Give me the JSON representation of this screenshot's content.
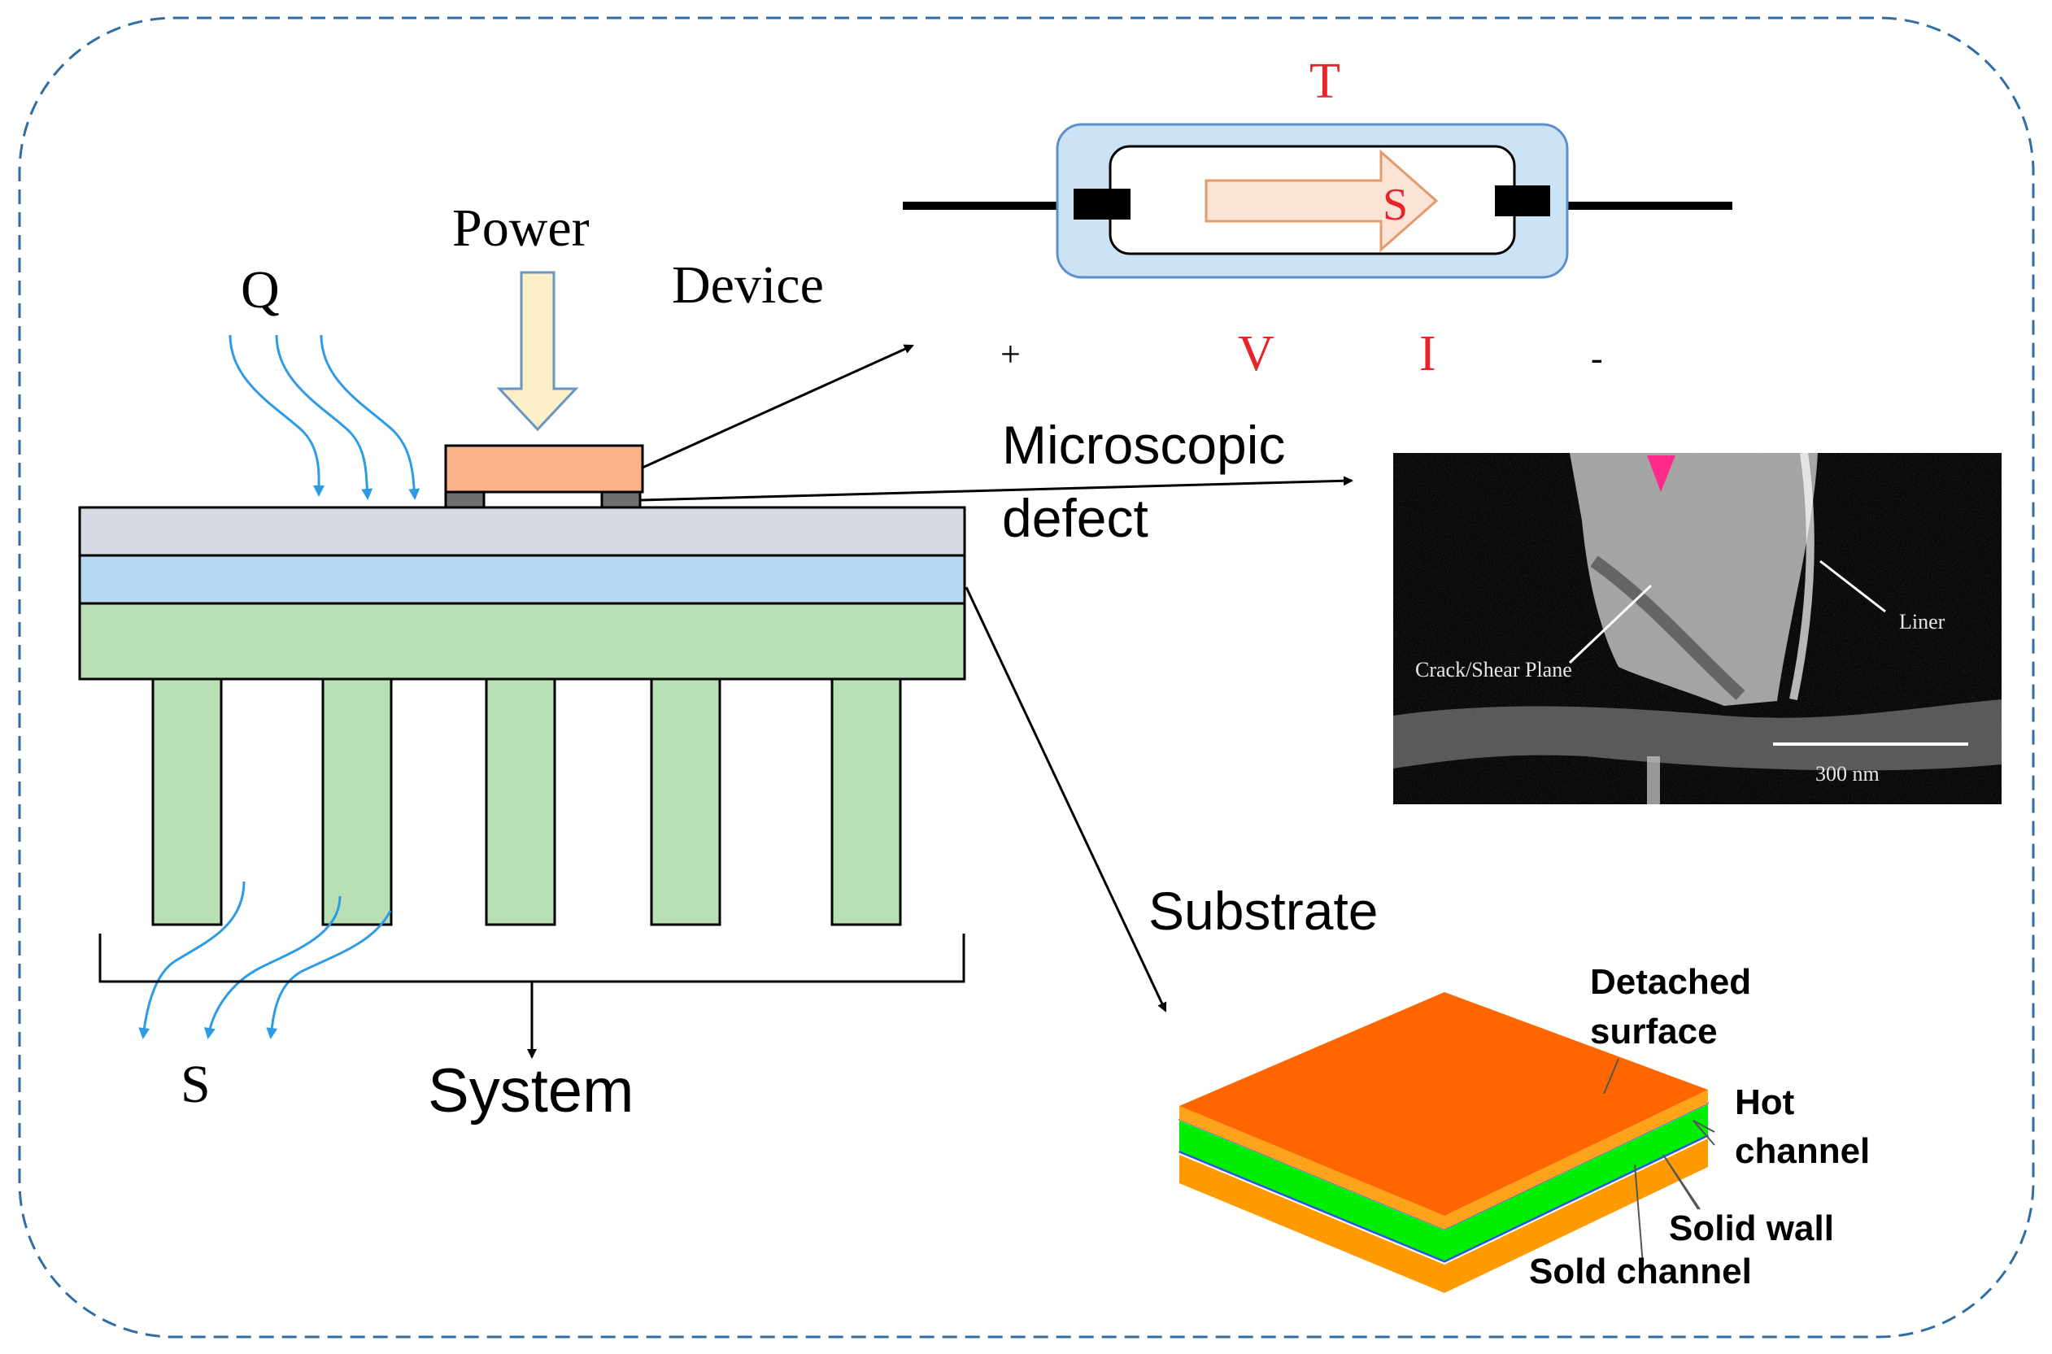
{
  "labels": {
    "power": "Power",
    "q": "Q",
    "device": "Device",
    "s_heat": "S",
    "system": "System",
    "microscopic": "Microscopic",
    "defect": "defect",
    "substrate": "Substrate",
    "t": "T",
    "s_arrow": "S",
    "plus": "+",
    "v": "V",
    "i": "I",
    "minus": "-"
  },
  "micrograph": {
    "crack_label": "Crack/Shear Plane",
    "liner_label": "Liner",
    "scale_label": "300 nm"
  },
  "layer_stack": {
    "detached_line1": "Detached",
    "detached_line2": "surface",
    "hot_line1": "Hot",
    "hot_line2": "channel",
    "solid_wall": "Solid wall",
    "sold_channel": "Sold channel"
  },
  "colors": {
    "accent_red": "#e8242b",
    "heat_arrow_blue": "#2e9be6",
    "fin_green": "#b9e0b5",
    "layer_blue": "#b4d9f0",
    "layer_gray": "#d5dae3",
    "device_orange": "#fbb387",
    "stack_orange": "#ff6600",
    "stack_green": "#00ee00",
    "border_dash": "#2f6ea3"
  }
}
